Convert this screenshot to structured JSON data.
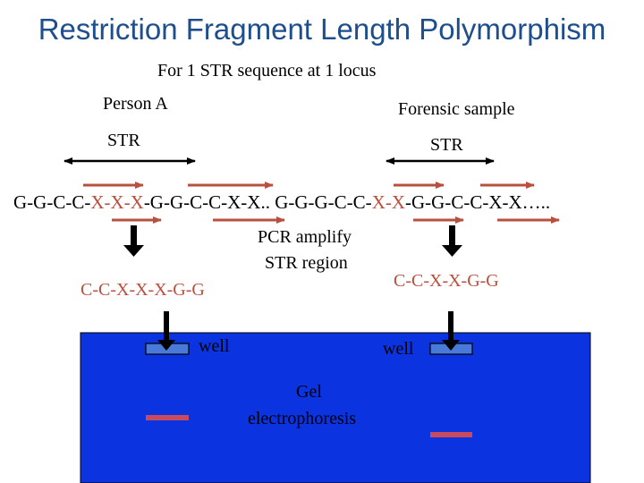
{
  "title": "Restriction Fragment Length Polymorphism",
  "subtitle": "For 1 STR sequence at 1 locus",
  "labels": {
    "person_a": "Person A",
    "forensic_sample": "Forensic sample",
    "str_left": "STR",
    "str_right": "STR",
    "pcr": [
      "PCR amplify",
      "STR region"
    ],
    "well_left": "well",
    "well_right": "well",
    "gel": [
      "Gel",
      "electrophoresis"
    ]
  },
  "sequence": {
    "part1": "G-G-C-C-",
    "repeat1": "X-X-X",
    "part2": "-G-G-C-C-X-X.. G-G-G-C-C-",
    "repeat2": "X-X",
    "part3": "-G-G-C-C-X-X….."
  },
  "fragments": {
    "left": "C-C-X-X-X-G-G",
    "right": "C-C-X-X-G-G"
  },
  "colors": {
    "title": "#1f4e8c",
    "gel": "#0b33e0",
    "well": "#4a7ad9",
    "band": "#c84a5e",
    "repeat_arrow": "#b8503f"
  }
}
